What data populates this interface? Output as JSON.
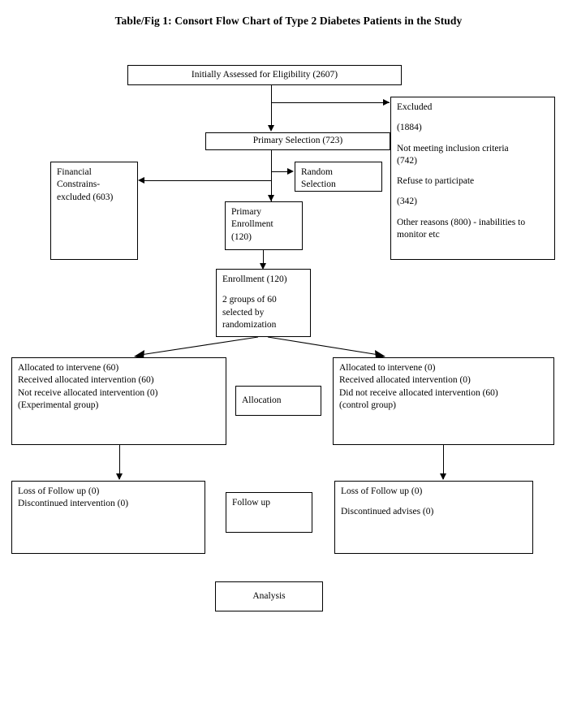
{
  "title": "Table/Fig 1:  Consort Flow Chart of Type 2 Diabetes Patients in the Study",
  "colors": {
    "background": "#ffffff",
    "stroke": "#000000",
    "text": "#000000"
  },
  "chart_data": {
    "type": "diagram",
    "diagram_type": "consort-flow-chart",
    "title": "Table/Fig 1:  Consort Flow Chart of Type 2 Diabetes Patients in the Study",
    "nodes": [
      {
        "id": "eligibility",
        "label": "Initially Assessed for Eligibility (2607)",
        "count": 2607
      },
      {
        "id": "excluded",
        "label": "Excluded",
        "count": 1884
      },
      {
        "id": "primary_selection",
        "label": "Primary Selection (723)",
        "count": 723
      },
      {
        "id": "random_selection",
        "label": "Random Selection"
      },
      {
        "id": "financial",
        "label": "Financial Constrains-excluded (603)",
        "count": 603
      },
      {
        "id": "primary_enrollment",
        "label": "Primary Enrollment (120)",
        "count": 120
      },
      {
        "id": "enrollment",
        "label": "Enrollment (120)",
        "count": 120
      },
      {
        "id": "alloc_left",
        "label": "Allocated to intervene (60) - Experimental group",
        "count": 60
      },
      {
        "id": "alloc_right",
        "label": "Allocated to intervene (0) - control group",
        "count": 0
      },
      {
        "id": "allocation_label",
        "label": "Allocation"
      },
      {
        "id": "followup_left",
        "label": "Loss of Follow up (0) / Discontinued intervention (0)",
        "count": 0
      },
      {
        "id": "followup_right",
        "label": "Loss of Follow up (0) / Discontinued advises (0)",
        "count": 0
      },
      {
        "id": "followup_label",
        "label": "Follow up"
      },
      {
        "id": "analysis",
        "label": "Analysis"
      }
    ],
    "edges": [
      {
        "from": "eligibility",
        "to": "excluded"
      },
      {
        "from": "eligibility",
        "to": "primary_selection"
      },
      {
        "from": "primary_selection",
        "to": "random_selection"
      },
      {
        "from": "primary_selection",
        "to": "financial"
      },
      {
        "from": "primary_selection",
        "to": "primary_enrollment"
      },
      {
        "from": "primary_enrollment",
        "to": "enrollment"
      },
      {
        "from": "enrollment",
        "to": "alloc_left"
      },
      {
        "from": "enrollment",
        "to": "alloc_right"
      },
      {
        "from": "alloc_left",
        "to": "followup_left"
      },
      {
        "from": "alloc_right",
        "to": "followup_right"
      }
    ]
  },
  "boxes": {
    "eligibility": {
      "text": "Initially Assessed for Eligibility (2607)"
    },
    "excluded": {
      "line1": "Excluded",
      "line2": "(1884)",
      "line3": "Not meeting inclusion criteria",
      "line4": "(742)",
      "line5": "Refuse to participate",
      "line6": "(342)",
      "line7": "Other reasons (800) - inabilities to monitor etc"
    },
    "primary_selection": {
      "text": "Primary Selection (723)"
    },
    "random_selection": {
      "line1": "Random",
      "line2": "Selection"
    },
    "financial": {
      "line1": "Financial",
      "line2": "Constrains-",
      "line3": "excluded (603)"
    },
    "primary_enrollment": {
      "line1": "Primary",
      "line2": "Enrollment",
      "line3": "(120)"
    },
    "enrollment": {
      "line1": "Enrollment (120)",
      "line2": "2 groups of 60",
      "line3": "selected by",
      "line4": "randomization"
    },
    "alloc_left": {
      "line1": "Allocated to intervene (60)",
      "line2": "Received allocated intervention (60)",
      "line3": "Not receive allocated intervention (0)",
      "line4": "(Experimental group)"
    },
    "allocation_label": {
      "text": "Allocation"
    },
    "alloc_right": {
      "line1": "Allocated to intervene (0)",
      "line2": "Received allocated intervention (0)",
      "line3": "Did not receive allocated intervention (60)",
      "line4": "(control group)"
    },
    "followup_left": {
      "line1": "Loss of Follow up (0)",
      "line2": "Discontinued intervention (0)"
    },
    "followup_label": {
      "text": "Follow up"
    },
    "followup_right": {
      "line1": "Loss of Follow up (0)",
      "line2": "Discontinued advises (0)"
    },
    "analysis": {
      "text": "Analysis"
    }
  }
}
